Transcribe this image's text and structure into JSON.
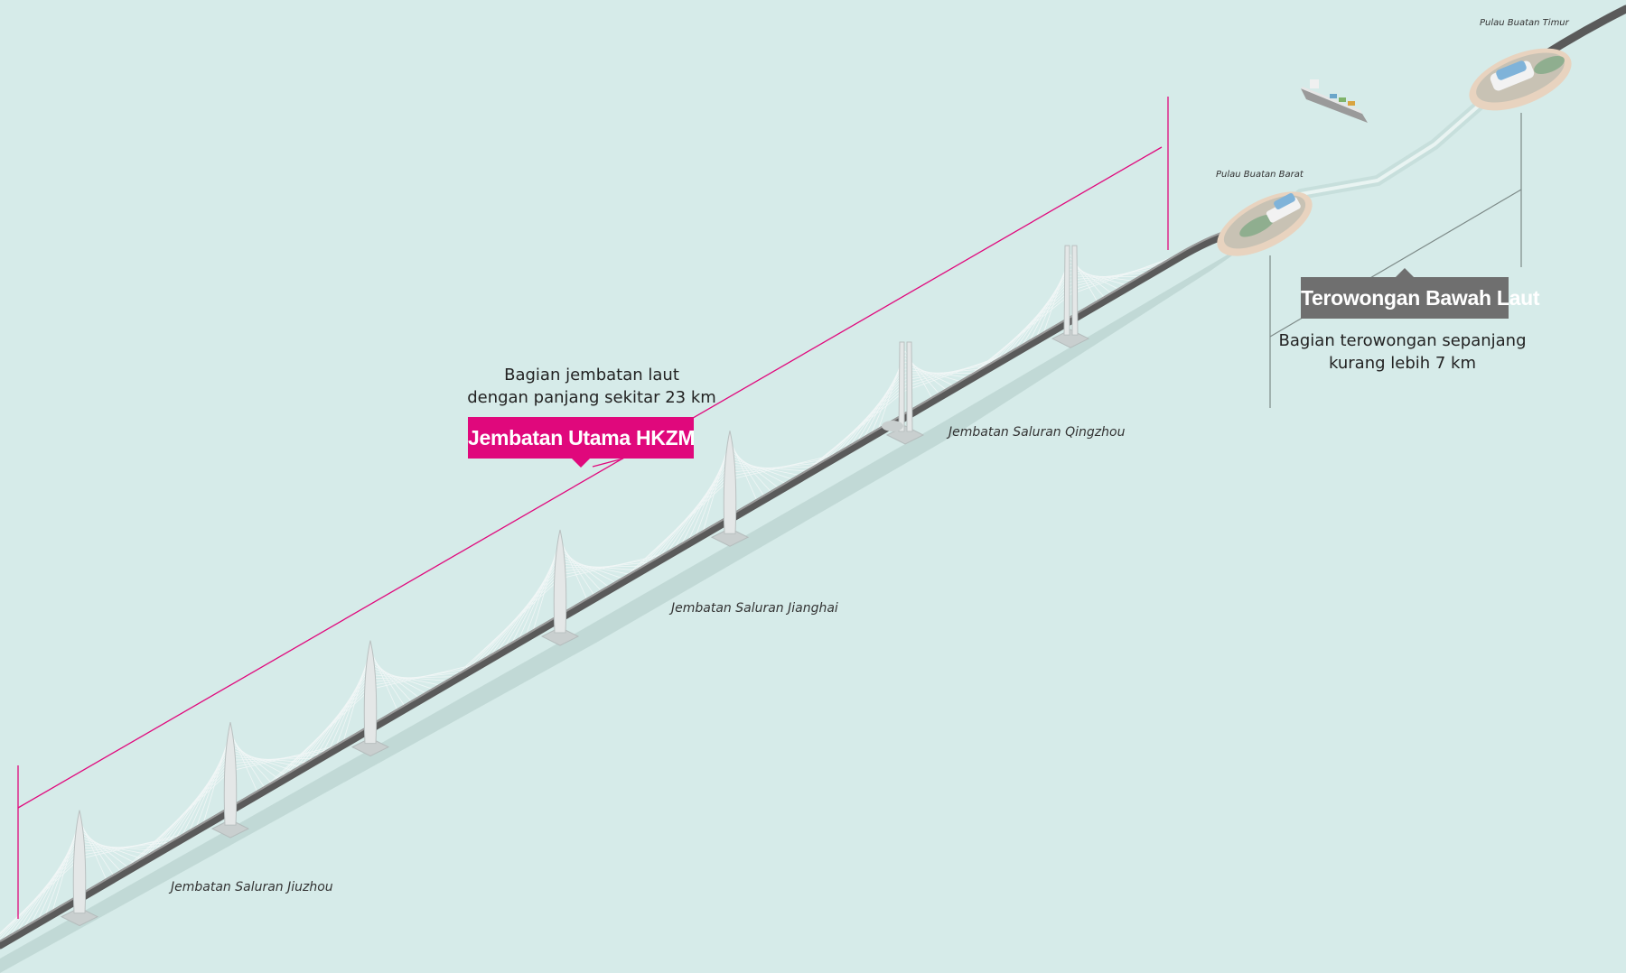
{
  "colors": {
    "sea": "#d6ebe9",
    "bridge_accent": "#e0087c",
    "tunnel_accent": "#6f6f6f",
    "deck": "#6b6b6b"
  },
  "bridge_section": {
    "title": "Jembatan Utama HKZM",
    "description_line1": "Bagian jembatan laut",
    "description_line2": "dengan panjang sekitar 23 km"
  },
  "tunnel_section": {
    "title": "Terowongan Bawah Laut",
    "description_line1": "Bagian terowongan sepanjang",
    "description_line2": "kurang lebih 7 km"
  },
  "channel_bridges": {
    "jiuzhou": "Jembatan Saluran Jiuzhou",
    "jianghai": "Jembatan Saluran Jianghai",
    "qingzhou": "Jembatan Saluran Qingzhou"
  },
  "islands": {
    "west": "Pulau Buatan Barat",
    "east": "Pulau Buatan Timur"
  }
}
